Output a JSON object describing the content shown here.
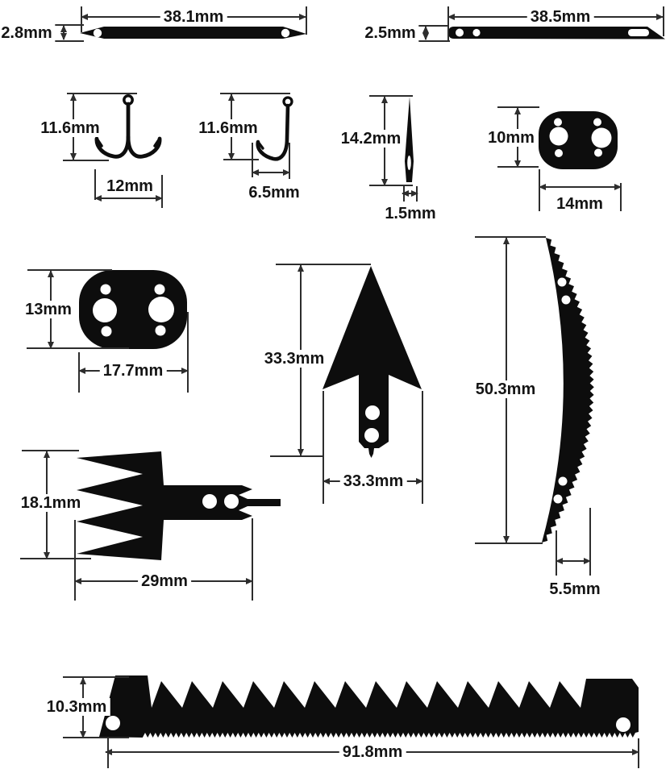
{
  "background": "#ffffff",
  "ink_color": "#0d0d0d",
  "line_color": "#2d2d2d",
  "tools": [
    {
      "name": "flat blade double pointed",
      "dim_a": "38.1mm",
      "dim_b": "2.8mm"
    },
    {
      "name": "flat blade slotted",
      "dim_a": "38.5mm",
      "dim_b": "2.5mm"
    },
    {
      "name": "double fishing hook",
      "dim_a": "11.6mm",
      "dim_b": "12mm"
    },
    {
      "name": "single fishing hook",
      "dim_a": "11.6mm",
      "dim_b": "6.5mm"
    },
    {
      "name": "sewing needle",
      "dim_a": "14.2mm",
      "dim_b": "1.5mm"
    },
    {
      "name": "small mounting plate",
      "dim_a": "10mm",
      "dim_b": "14mm"
    },
    {
      "name": "large mounting plate",
      "dim_a": "13mm",
      "dim_b": "17.7mm"
    },
    {
      "name": "arrowhead",
      "dim_a": "33.3mm",
      "dim_b": "33.3mm"
    },
    {
      "name": "curved saw blade",
      "dim_a": "50.3mm",
      "dim_b": "5.5mm"
    },
    {
      "name": "fish spear head",
      "dim_a": "18.1mm",
      "dim_b": "29mm"
    },
    {
      "name": "long saw blade",
      "dim_a": "10.3mm",
      "dim_b": "91.8mm"
    }
  ]
}
